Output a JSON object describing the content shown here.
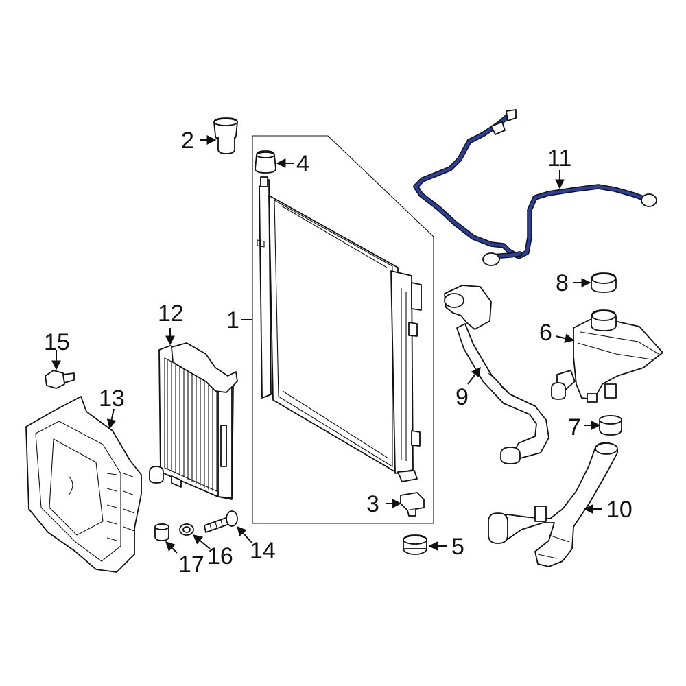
{
  "highlight_color": "#2b3f9a",
  "callouts": [
    "1",
    "2",
    "3",
    "4",
    "5",
    "6",
    "7",
    "8",
    "9",
    "10",
    "11",
    "12",
    "13",
    "14",
    "15",
    "16",
    "17"
  ]
}
